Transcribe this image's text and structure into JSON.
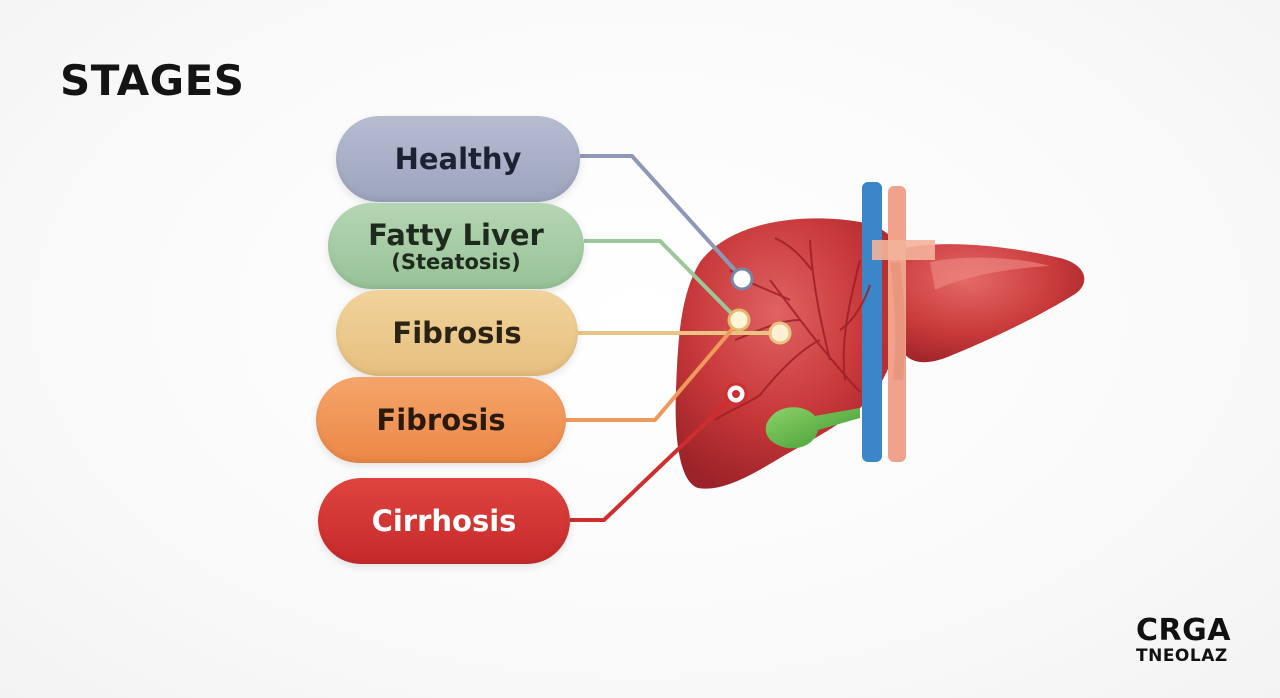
{
  "title": "STAGES",
  "stages": [
    {
      "label": "Healthy",
      "sub": "",
      "color": "#a8afc7"
    },
    {
      "label": "Fatty Liver",
      "sub": "(Steatosis)",
      "color": "#a6cca5"
    },
    {
      "label": "Fibrosis",
      "sub": "",
      "color": "#ebc98d"
    },
    {
      "label": "Fibrosis",
      "sub": "",
      "color": "#f09657"
    },
    {
      "label": "Cirrhosis",
      "sub": "",
      "color": "#d33736"
    }
  ],
  "brand": {
    "line1": "CRGA",
    "line2": "TNEOLAZ"
  },
  "colors": {
    "liver": "#c8383a",
    "vessel_blue": "#3a86c8",
    "vessel_pink": "#f0a28c",
    "gallbladder": "#4fa83a"
  }
}
